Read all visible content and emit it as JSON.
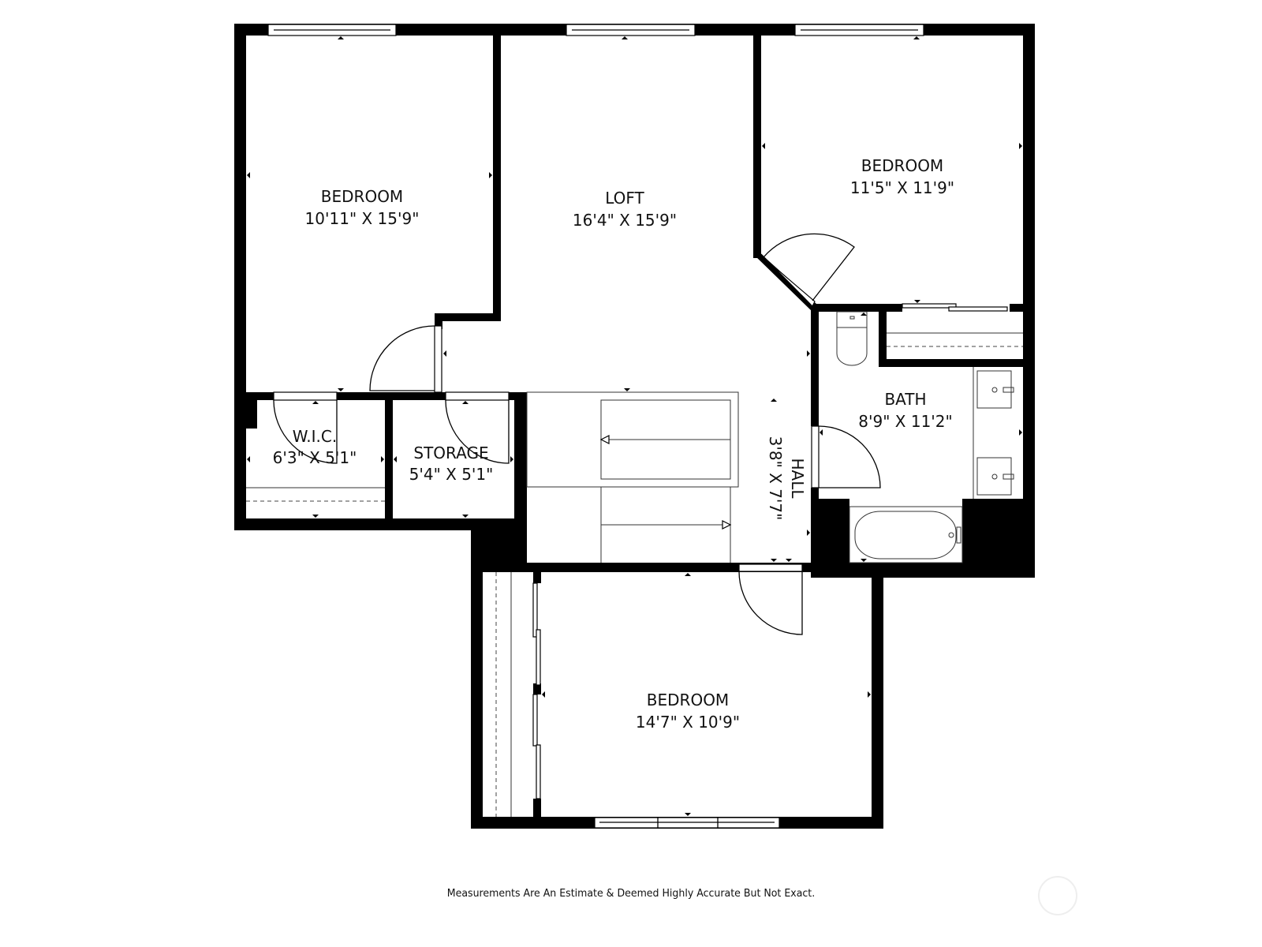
{
  "floorplan": {
    "rooms": [
      {
        "id": "bedroom-nw",
        "name": "BEDROOM",
        "dimensions": "10'11\" X 15'9\""
      },
      {
        "id": "loft",
        "name": "LOFT",
        "dimensions": "16'4\" X 15'9\""
      },
      {
        "id": "bedroom-ne",
        "name": "BEDROOM",
        "dimensions": "11'5\" X 11'9\""
      },
      {
        "id": "wic",
        "name": "W.I.C.",
        "dimensions": "6'3\" X 5'1\""
      },
      {
        "id": "storage",
        "name": "STORAGE",
        "dimensions": "5'4\" X 5'1\""
      },
      {
        "id": "bath",
        "name": "BATH",
        "dimensions": "8'9\" X 11'2\""
      },
      {
        "id": "hall",
        "name": "HALL",
        "dimensions": "3'8\" X 7'7\""
      },
      {
        "id": "bedroom-s",
        "name": "BEDROOM",
        "dimensions": "14'7\" X 10'9\""
      }
    ],
    "disclaimer": "Measurements Are An Estimate & Deemed Highly Accurate But Not Exact."
  }
}
